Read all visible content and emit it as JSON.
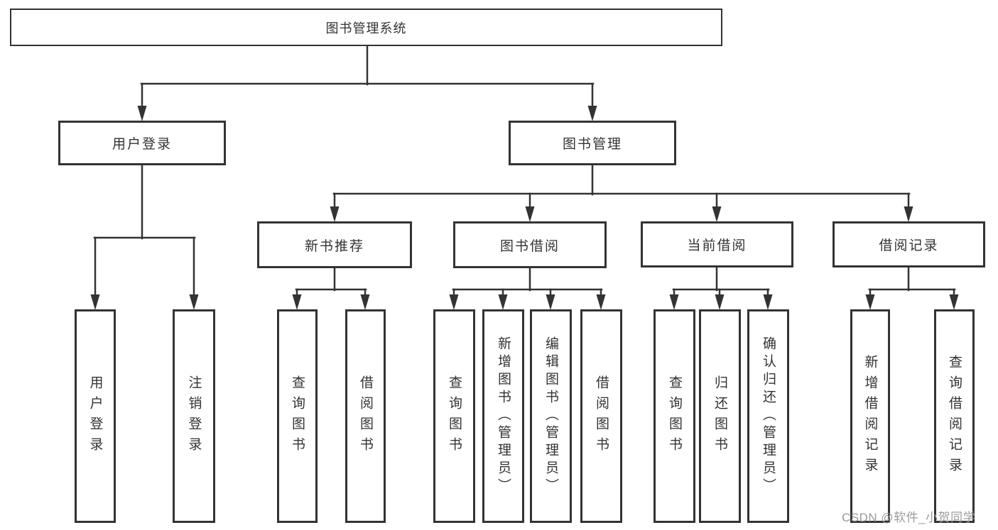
{
  "diagram": {
    "root": {
      "label": "图书管理系统"
    },
    "level1": {
      "user_login": {
        "label": "用户登录"
      },
      "book_management": {
        "label": "图书管理"
      }
    },
    "level2": {
      "new_book_recommend": {
        "label": "新书推荐"
      },
      "book_borrowing": {
        "label": "图书借阅"
      },
      "current_borrowing": {
        "label": "当前借阅"
      },
      "borrowing_records": {
        "label": "借阅记录"
      }
    },
    "leaves": {
      "user_login": {
        "label": "用户登录"
      },
      "logout": {
        "label": "注销登录"
      },
      "nb_query_books": {
        "label": "查询图书"
      },
      "nb_borrow_books": {
        "label": "借阅图书"
      },
      "bb_query_books": {
        "label": "查询图书"
      },
      "bb_add_books": {
        "label": "新增图书（管理员）"
      },
      "bb_edit_books": {
        "label": "编辑图书（管理员）"
      },
      "bb_borrow_books": {
        "label": "借阅图书"
      },
      "cb_query_books": {
        "label": "查询图书"
      },
      "cb_return_books": {
        "label": "归还图书"
      },
      "cb_confirm_return": {
        "label": "确认归还（管理员）"
      },
      "br_add_record": {
        "label": "新增借阅记录"
      },
      "br_query_record": {
        "label": "查询借阅记录"
      }
    },
    "watermark": "CSDN @软件_小贺同学",
    "colors": {
      "line": "#333333",
      "text": "#333333",
      "background": "#ffffff",
      "watermark": "#9b9b9b"
    }
  }
}
